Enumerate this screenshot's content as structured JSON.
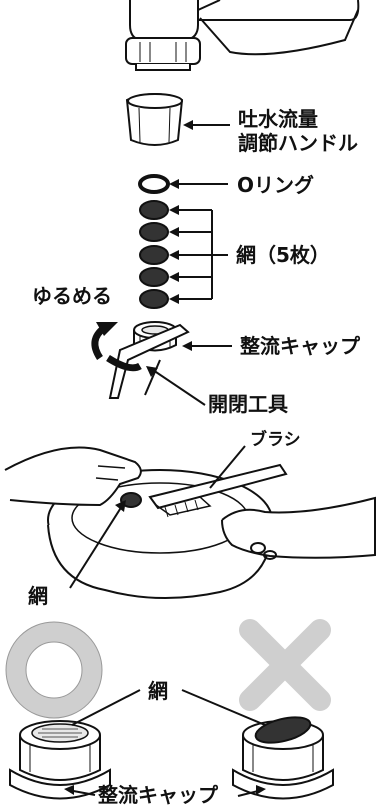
{
  "labels": {
    "flow_handle_line1": "吐水流量",
    "flow_handle_line2": "調節ハンドル",
    "o_ring": "Oリング",
    "mesh_5": "網（5枚）",
    "loosen": "ゆるめる",
    "straightener_cap_top": "整流キャップ",
    "opening_tool": "開閉工具",
    "brush": "ブラシ",
    "mesh_mid": "網",
    "mesh_bottom": "網",
    "straightener_cap_bottom": "整流キャップ"
  },
  "colors": {
    "line": "#111111",
    "symbol_fill": "#cfcfcf",
    "mesh_dark": "#333333",
    "mesh_light": "#e8e8e8"
  },
  "icons": {
    "correct": "circle-correct-icon",
    "incorrect": "cross-incorrect-icon"
  }
}
